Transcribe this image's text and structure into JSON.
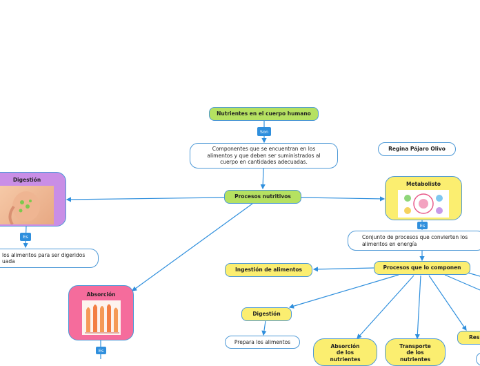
{
  "nodes": {
    "main_title": "Nutrientes en el cuerpo humano",
    "son_label": "Son",
    "components_text": "Componentes que se encuentran en los alimentos y que deben ser suministrados al cuerpo en cantidades adecuadas.",
    "processes": "Procesos nutritivos",
    "author": "Regina Pájaro Olivo",
    "digestion_left": "Digestión",
    "es_left": "Es",
    "digestion_left_text": "los alimentos para ser digeridos uada",
    "absorption_left": "Absorción",
    "es_absorption": "Es",
    "metabolism": "Metabolisto",
    "es_metabolism": "Es",
    "metabolism_text": "Conjunto de procesos que convierten los alimentos en energía",
    "processes_compose": "Procesos que lo componen",
    "ingestion": "Ingestión de alimentos",
    "digestion_right": "Digestión",
    "prepares": "Prepara los alimentos",
    "absorption_nutrients": "Absorción de los nutrientes",
    "transport_nutrients": "Transporte de los nutrientes",
    "respiration_partial": "Resp"
  },
  "colors": {
    "connector": "#2f8fdd",
    "green": "#b5e161",
    "yellow": "#fbee70",
    "purple": "#c98ee6",
    "pink": "#f56c9c"
  }
}
